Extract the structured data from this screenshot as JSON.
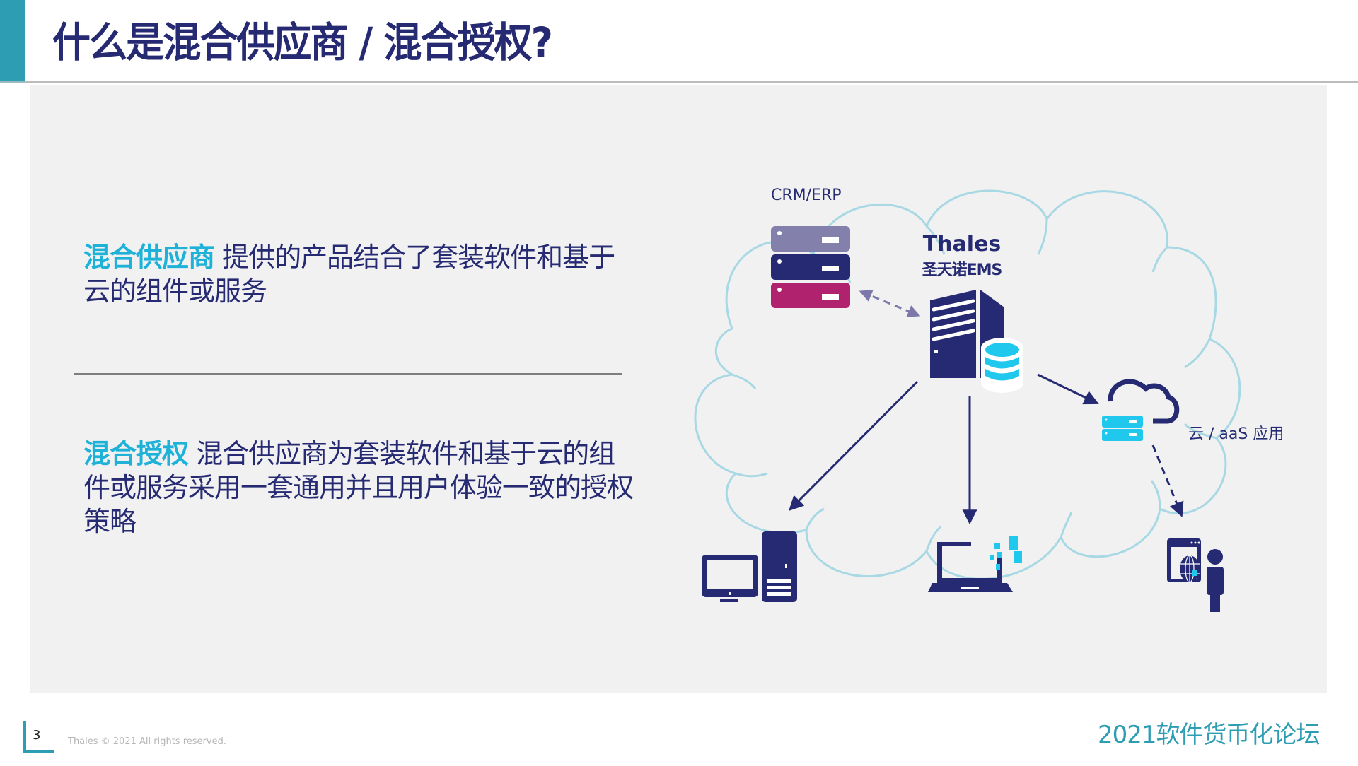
{
  "header": {
    "title": "什么是混合供应商 / 混合授权?"
  },
  "content": {
    "definitions": [
      {
        "term": "混合供应商",
        "text": " 提供的产品结合了套装软件和基于云的组件或服务"
      },
      {
        "term": "混合授权",
        "text": " 混合供应商为套装软件和基于云的组件或服务采用一套通用并且用户体验一致的授权策略"
      }
    ]
  },
  "diagram": {
    "crm_label": "CRM/ERP",
    "thales_label": "Thales",
    "thales_sub": "圣天诺EMS",
    "cloud_app_label": "云 / aaS 应用",
    "icons": {
      "crm_servers": "server-stack-icon",
      "ems_server": "server-tower-database-icon",
      "cloud_app": "cloud-server-icon",
      "desktop": "desktop-computer-icon",
      "laptop": "laptop-icon",
      "web_user": "web-user-icon"
    },
    "colors": {
      "navy": "#252a72",
      "cyan": "#1fc8ec",
      "cloud_outline": "#a7d8e4",
      "crm_top": "#8480ac",
      "crm_bottom": "#b0226e",
      "dashed_arrow": "#7d78aa"
    }
  },
  "footer": {
    "page_number": "3",
    "copyright": "Thales © 2021 All rights reserved.",
    "event_name": "2021软件货币化论坛"
  },
  "theme": {
    "accent": "#2d9db4",
    "title_color": "#252a72",
    "keyword_color": "#1fb2d9",
    "panel_bg": "#f1f1f1"
  }
}
